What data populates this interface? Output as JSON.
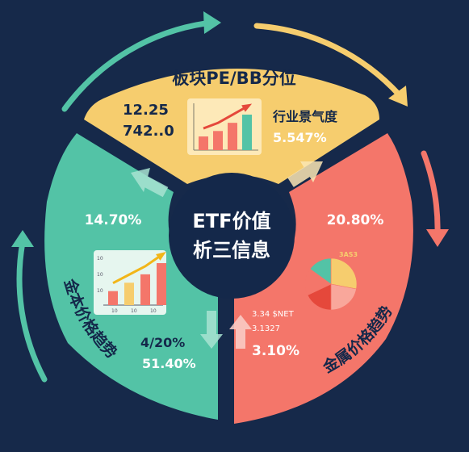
{
  "colors": {
    "background": "#16294a",
    "top_segment": "#f6cd6e",
    "left_segment": "#53c3a6",
    "right_segment": "#f4766a",
    "center_circle": "#14284a",
    "arrow_teal": "#53c3a6",
    "arrow_yellow": "#f6cd6e",
    "arrow_coral": "#f4766a"
  },
  "center": {
    "line1": "ETF价值",
    "line2": "析三信息"
  },
  "top": {
    "title": "板块PE/BB分位",
    "value1": "12.25",
    "value2": "742..0",
    "label": "行业景气度",
    "percent": "5.547%",
    "chart_values": [
      2,
      2.8,
      4,
      5.2
    ]
  },
  "left": {
    "percent_top": "14.70%",
    "curved_label": "金本价格趋势",
    "value_small": "4/20%",
    "value_big": "51.40%",
    "chart_values": [
      2,
      3.2,
      4.4,
      6
    ],
    "chart_ticks_y": [
      "10",
      "10",
      "10"
    ],
    "chart_ticks_x": [
      "10",
      "10",
      "10"
    ]
  },
  "right": {
    "percent_top": "20.80%",
    "curved_label": "金属价格趋势",
    "pie_label": "3AS3",
    "note1": "3.34 $NET",
    "note2": "3.1327",
    "percent_bottom": "3.10%",
    "pie_values": [
      28,
      22,
      18,
      17,
      15
    ]
  }
}
